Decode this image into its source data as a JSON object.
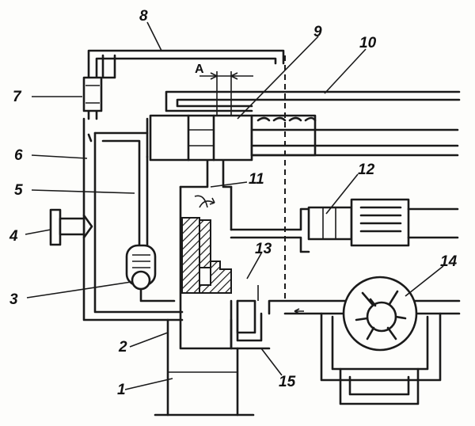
{
  "labels": {
    "l1": "1",
    "l2": "2",
    "l3": "3",
    "l4": "4",
    "l5": "5",
    "l6": "6",
    "l7": "7",
    "l8": "8",
    "l9": "9",
    "l10": "10",
    "l11": "11",
    "l12": "12",
    "l13": "13",
    "l14": "14",
    "l15": "15",
    "la": "A"
  }
}
